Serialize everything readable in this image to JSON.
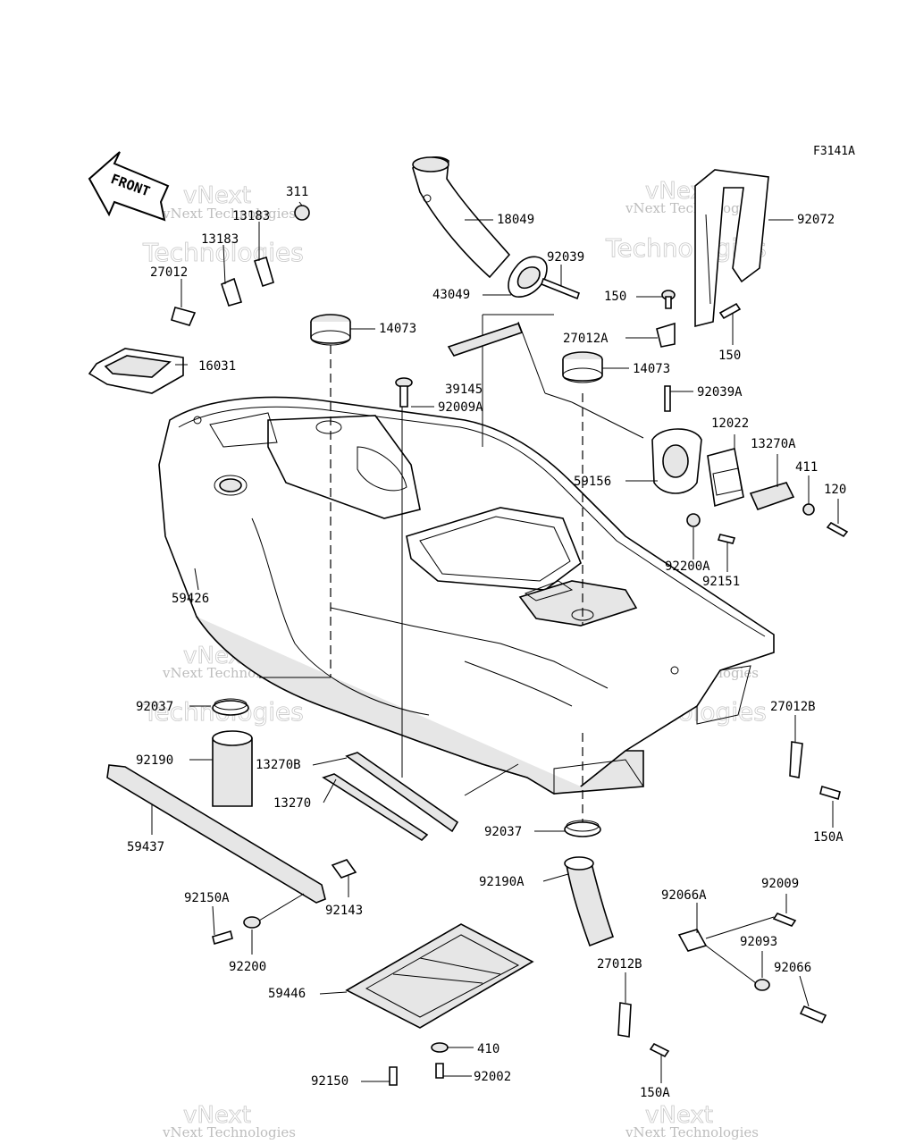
{
  "figure_code": "F3141A",
  "front_label": "FRONT",
  "watermark": {
    "line1": "vNext",
    "line2": "vNext Technologies",
    "line3": "Technologies"
  },
  "parts": {
    "p311": "311",
    "p13183": "13183",
    "p13183_b": "13183",
    "p27012": "27012",
    "p16031": "16031",
    "p14073_a": "14073",
    "p18049": "18049",
    "p92039": "92039",
    "p43049": "43049",
    "p39145": "39145",
    "p92009A": "92009A",
    "p92072": "92072",
    "p150_a": "150",
    "p150_b": "150",
    "p27012A": "27012A",
    "p14073_b": "14073",
    "p92039A": "92039A",
    "p12022": "12022",
    "p13270A": "13270A",
    "p411": "411",
    "p120": "120",
    "p59156": "59156",
    "p92200A": "92200A",
    "p92151": "92151",
    "p59426": "59426",
    "p92037_a": "92037",
    "p27012B_a": "27012B",
    "p92190": "92190",
    "p13270B": "13270B",
    "p13270": "13270",
    "p59437": "59437",
    "p92037_b": "92037",
    "p150A_a": "150A",
    "p92190A": "92190A",
    "p92150A": "92150A",
    "p92143": "92143",
    "p92066A": "92066A",
    "p92009": "92009",
    "p92200": "92200",
    "p92093": "92093",
    "p92066": "92066",
    "p27012B_b": "27012B",
    "p59446": "59446",
    "p410": "410",
    "p92150": "92150",
    "p92002": "92002",
    "p150A_b": "150A"
  }
}
